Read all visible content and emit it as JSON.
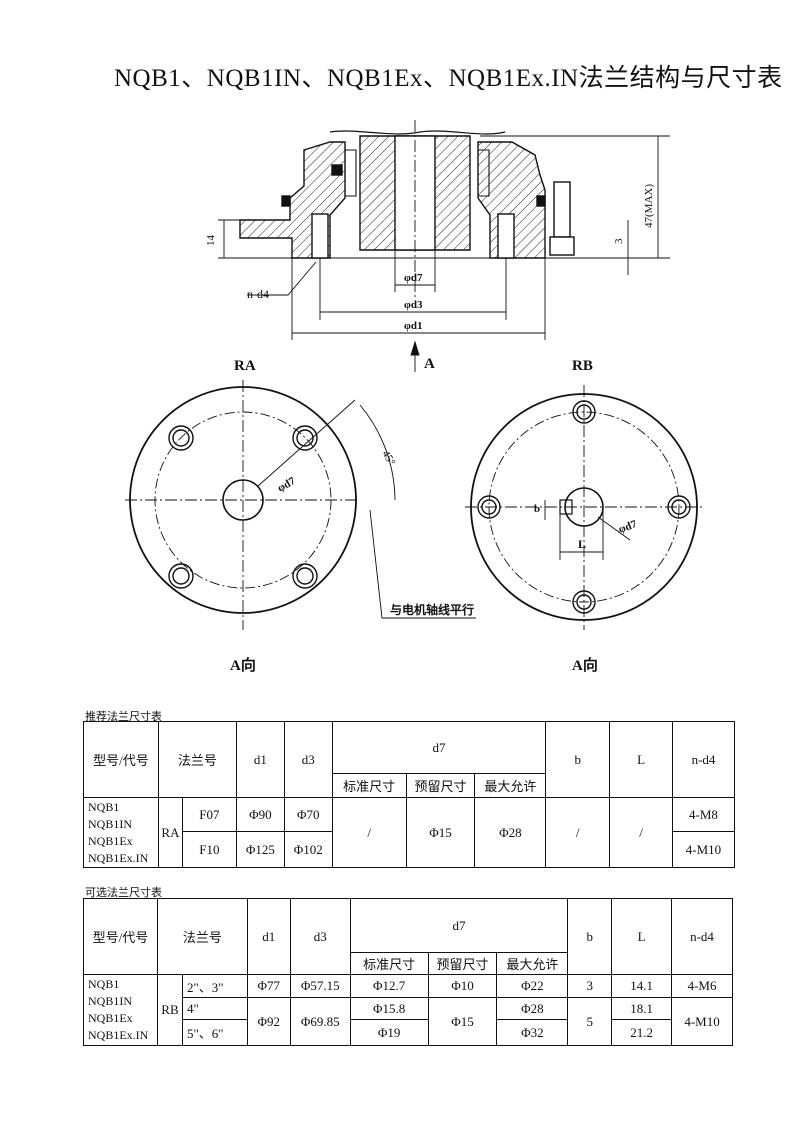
{
  "title": "NQB1、NQB1IN、NQB1Ex、NQB1Ex.IN法兰结构与尺寸表",
  "drawing": {
    "dim_14": "14",
    "dim_47": "47(MAX)",
    "dim_3": "3",
    "label_nd4": "n-d4",
    "label_d7": "φd7",
    "label_d3": "φd3",
    "label_d1": "φd1",
    "label_A": "A",
    "view_RA": "RA",
    "view_RB": "RB",
    "label_45": "45°",
    "label_phid7_ra": "φd7",
    "label_phid7_rb": "φd7",
    "label_b": "b",
    "label_L": "L",
    "note_parallel": "与电机轴线平行",
    "dir_A_left": "A向",
    "dir_A_right": "A向"
  },
  "table1": {
    "caption": "推荐法兰尺寸表",
    "h_model": "型号/代号",
    "h_flange": "法兰号",
    "h_d1": "d1",
    "h_d3": "d3",
    "h_d7": "d7",
    "h_b": "b",
    "h_L": "L",
    "h_nd4": "n-d4",
    "h_std": "标准尺寸",
    "h_res": "预留尺寸",
    "h_max": "最大允许",
    "models": [
      "NQB1",
      "NQB1IN",
      "NQB1Ex",
      "NQB1Ex.IN"
    ],
    "flange_type": "RA",
    "rows": [
      {
        "flange": "F07",
        "d1": "Φ90",
        "d3": "Φ70",
        "nd4": "4-M8"
      },
      {
        "flange": "F10",
        "d1": "Φ125",
        "d3": "Φ102",
        "nd4": "4-M10"
      }
    ],
    "d7_std": "/",
    "d7_res": "Φ15",
    "d7_max": "Φ28",
    "b": "/",
    "L": "/"
  },
  "table2": {
    "caption": "可选法兰尺寸表",
    "h_model": "型号/代号",
    "h_flange": "法兰号",
    "h_d1": "d1",
    "h_d3": "d3",
    "h_d7": "d7",
    "h_b": "b",
    "h_L": "L",
    "h_nd4": "n-d4",
    "h_std": "标准尺寸",
    "h_res": "预留尺寸",
    "h_max": "最大允许",
    "models": [
      "NQB1",
      "NQB1IN",
      "NQB1Ex",
      "NQB1Ex.IN"
    ],
    "flange_type": "RB",
    "r1": {
      "flange": "2\"、3\"",
      "d1": "Φ77",
      "d3": "Φ57.15",
      "std": "Φ12.7",
      "res": "Φ10",
      "max": "Φ22",
      "b": "3",
      "L": "14.1",
      "nd4": "4-M6"
    },
    "r2": {
      "flange": "4\"",
      "std": "Φ15.8",
      "max": "Φ28",
      "L": "18.1"
    },
    "r3": {
      "flange": "5\"、6\"",
      "std": "Φ19",
      "max": "Φ32",
      "L": "21.2"
    },
    "r23": {
      "d1": "Φ92",
      "d3": "Φ69.85",
      "res": "Φ15",
      "b": "5",
      "nd4": "4-M10"
    }
  }
}
